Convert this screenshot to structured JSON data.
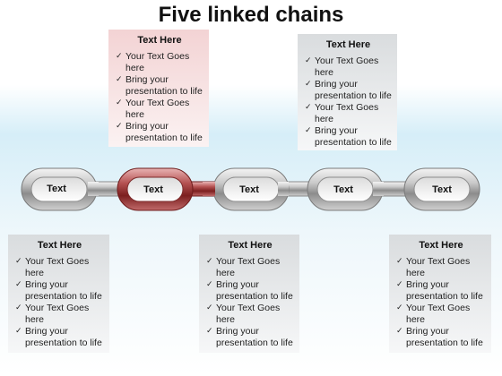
{
  "title": "Five linked chains",
  "links": [
    {
      "label": "Text",
      "color": "grey"
    },
    {
      "label": "Text",
      "color": "red"
    },
    {
      "label": "Text",
      "color": "grey"
    },
    {
      "label": "Text",
      "color": "grey"
    },
    {
      "label": "Text",
      "color": "grey"
    }
  ],
  "boxes": {
    "top_left": {
      "heading": "Text Here",
      "items": [
        "Your Text Goes here",
        "Bring your presentation to life",
        "Your Text Goes here",
        "Bring your presentation to life"
      ]
    },
    "top_right": {
      "heading": "Text Here",
      "items": [
        "Your Text Goes here",
        "Bring your presentation to life",
        "Your Text Goes here",
        "Bring your presentation to life"
      ]
    },
    "bottom_left": {
      "heading": "Text Here",
      "items": [
        "Your Text Goes here",
        "Bring your presentation to life",
        "Your Text Goes here",
        "Bring your presentation to life"
      ]
    },
    "bottom_center": {
      "heading": "Text Here",
      "items": [
        "Your Text Goes here",
        "Bring your presentation to life",
        "Your Text Goes here",
        "Bring your presentation to life"
      ]
    },
    "bottom_right": {
      "heading": "Text Here",
      "items": [
        "Your Text Goes here",
        "Bring your presentation to life",
        "Your Text Goes here",
        "Bring your presentation to life"
      ]
    }
  },
  "colors": {
    "grey_link": "#9a9a9a",
    "red_link": "#a33a3a",
    "pink_box": "#f3d3d4",
    "grey_box": "#d9dcde"
  }
}
